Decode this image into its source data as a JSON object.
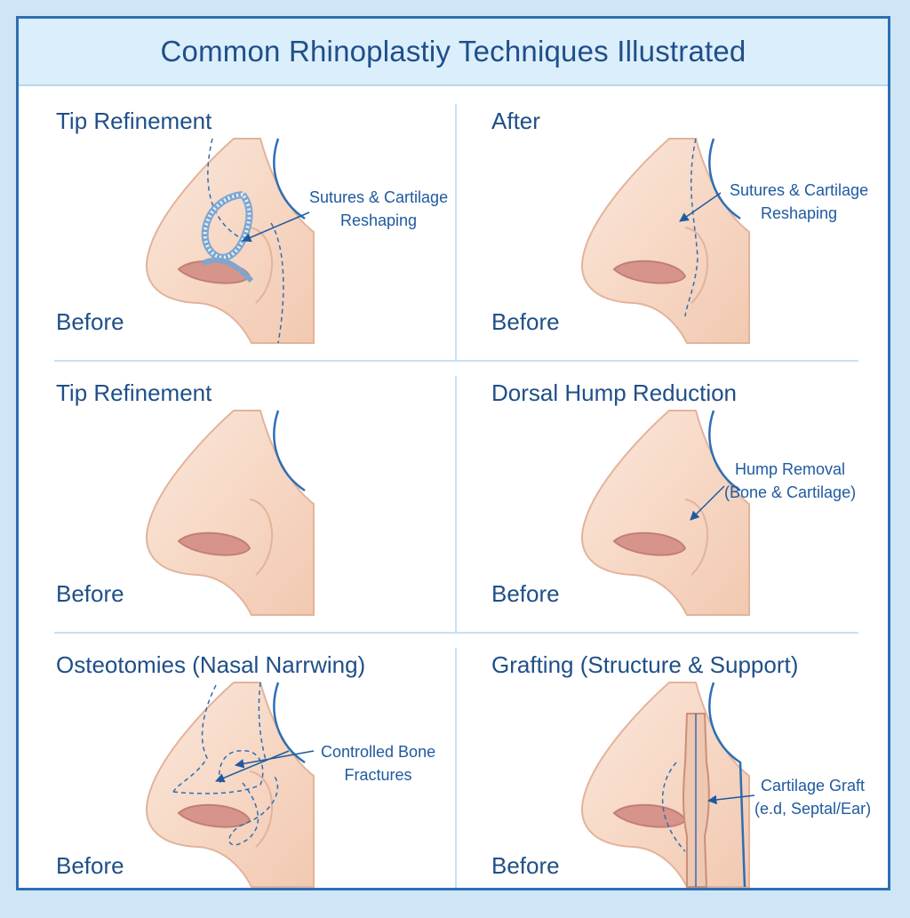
{
  "title": "Common Rhinoplastiy Techniques Illustrated",
  "panels": [
    {
      "heading": "Tip Refinement",
      "label": "Before",
      "callout": [
        "Sutures & Cartilage",
        "Reshaping"
      ]
    },
    {
      "heading": "After",
      "label": "Before",
      "callout": [
        "Sutures & Cartilage",
        "Reshaping"
      ]
    },
    {
      "heading": "Tip Refinement",
      "label": "Before",
      "callout": []
    },
    {
      "heading": "Dorsal Hump Reduction",
      "label": "Before",
      "callout": [
        "Hump Removal",
        "(Bone & Cartilage)"
      ]
    },
    {
      "heading": "Osteotomies (Nasal Narrwing)",
      "label": "Before",
      "callout": [
        "Controlled Bone",
        "Fractures"
      ]
    },
    {
      "heading": "Grafting (Structure & Support)",
      "label": "Before",
      "callout": [
        "Cartilage Graft",
        "(e.d, Septal/Ear)"
      ]
    }
  ],
  "colors": {
    "accent": "#1f4f88",
    "skin": "#f6d6c2",
    "nostril": "#d7948a",
    "line": "#2d6fb3"
  }
}
